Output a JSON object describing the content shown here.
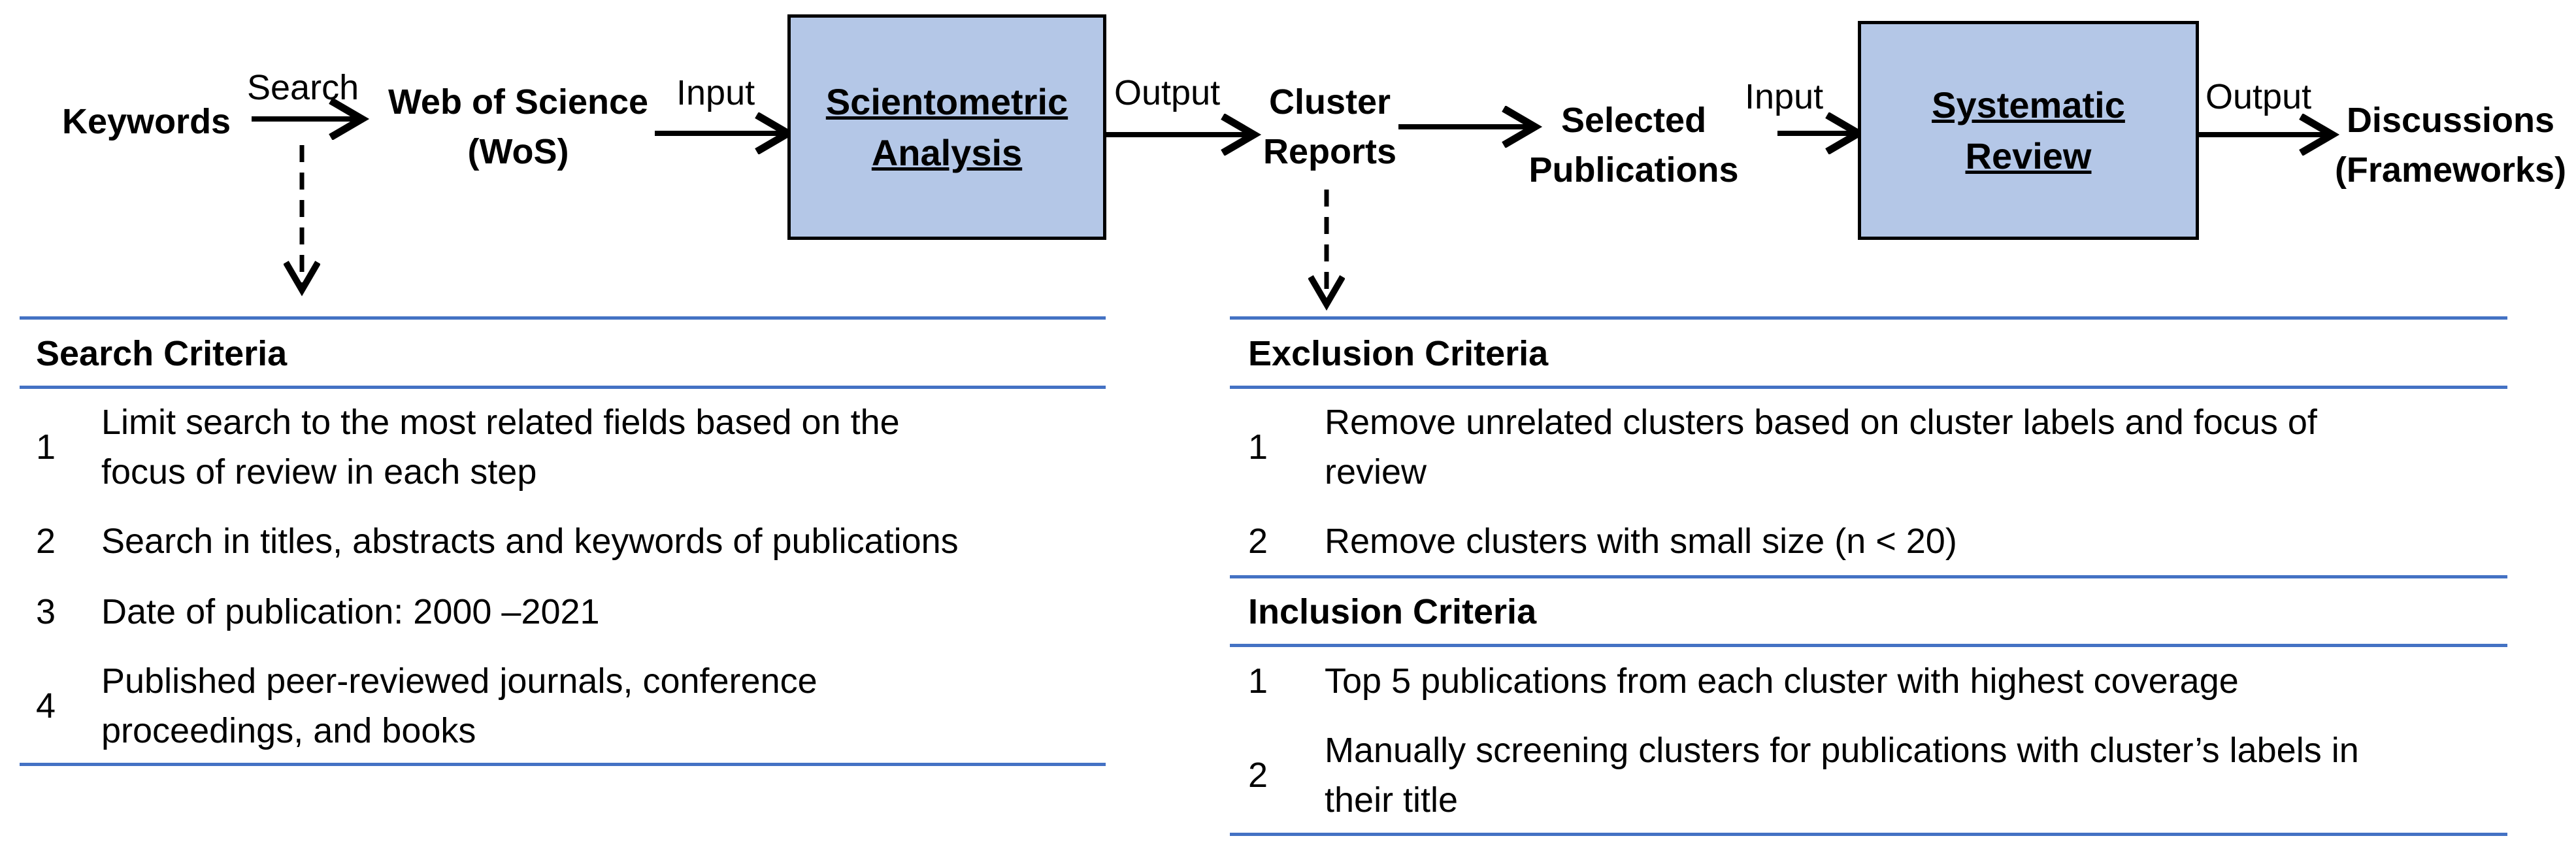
{
  "flow": {
    "keywords": "Keywords",
    "search_label": "Search",
    "wos_line1": "Web of Science",
    "wos_line2": "(WoS)",
    "input_label_1": "Input",
    "sci_line1": "Scientometric",
    "sci_line2": "Analysis",
    "output_label_1": "Output",
    "cluster_line1": "Cluster",
    "cluster_line2": "Reports",
    "selected_line1": "Selected",
    "selected_line2": "Publications",
    "input_label_2": "Input",
    "sys_line1": "Systematic",
    "sys_line2": "Review",
    "output_label_2": "Output",
    "disc_line1": "Discussions",
    "disc_line2": "(Frameworks)"
  },
  "colors": {
    "box_fill": "#b4c7e7",
    "rule": "#4472c4"
  },
  "search_criteria": {
    "title": "Search Criteria",
    "items": [
      {
        "num": "1",
        "line1": "Limit search to the most related fields based on the",
        "line2": "focus of review in each step"
      },
      {
        "num": "2",
        "line1": "Search in titles, abstracts and keywords of publications"
      },
      {
        "num": "3",
        "line1": "Date of publication: 2000 –2021"
      },
      {
        "num": "4",
        "line1": "Published peer-reviewed journals, conference",
        "line2": "proceedings, and books"
      }
    ]
  },
  "exclusion_criteria": {
    "title": "Exclusion Criteria",
    "items": [
      {
        "num": "1",
        "line1": "Remove unrelated clusters based on cluster labels and focus of",
        "line2": "review"
      },
      {
        "num": "2",
        "line1": "Remove clusters with small size (n < 20)"
      }
    ]
  },
  "inclusion_criteria": {
    "title": "Inclusion Criteria",
    "items": [
      {
        "num": "1",
        "line1": "Top 5 publications from each cluster with highest coverage"
      },
      {
        "num": "2",
        "line1": "Manually screening clusters for publications with cluster’s labels in",
        "line2": "their title"
      }
    ]
  }
}
